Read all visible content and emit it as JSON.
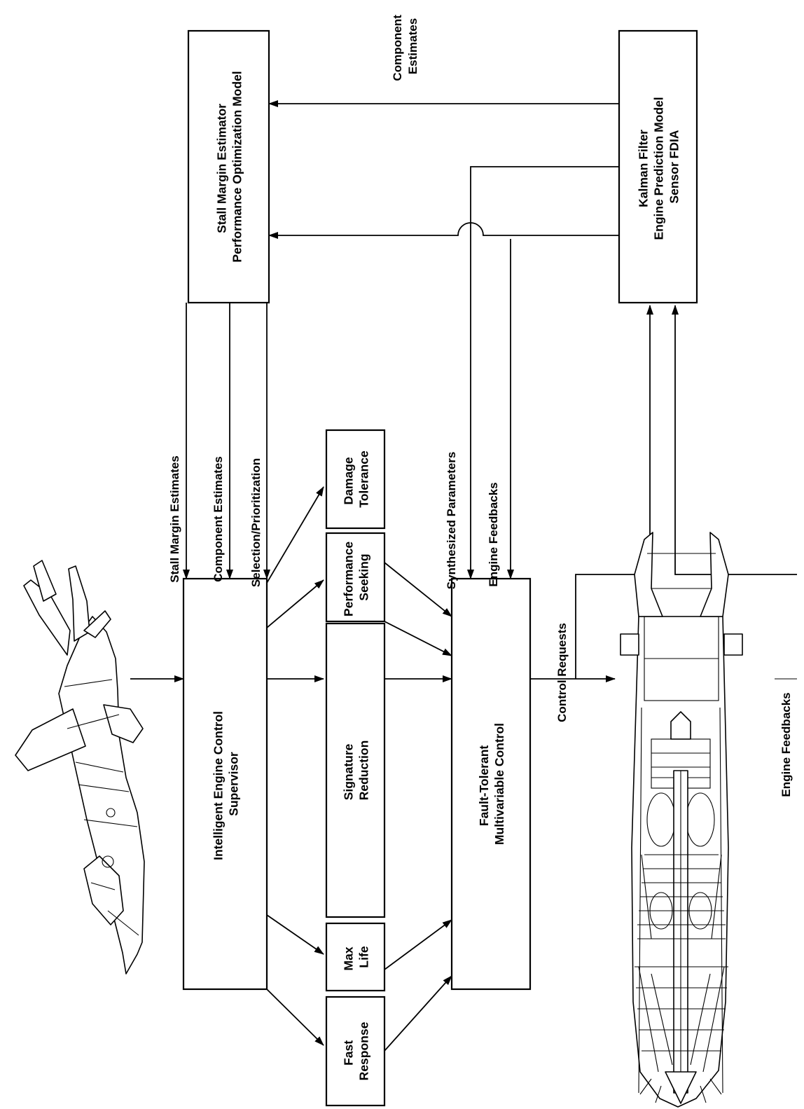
{
  "boxes": {
    "stall_margin_estimator": [
      "Stall Margin Estimator",
      "Performance Optimization Model"
    ],
    "kalman_filter": [
      "Kalman Filter",
      "Engine Prediction Model",
      "Sensor FDIA"
    ],
    "intelligent_supervisor": [
      "Intelligent Engine Control",
      "Supervisor"
    ],
    "fast_response": [
      "Fast",
      "Response"
    ],
    "max_life": [
      "Max",
      "Life"
    ],
    "signature_reduction": [
      "Signature",
      "Reduction"
    ],
    "performance_seeking": [
      "Performance",
      "Seeking"
    ],
    "damage_tolerance": [
      "Damage",
      "Tolerance"
    ],
    "fault_tolerant_control": [
      "Fault-Tolerant",
      "Multivariable Control"
    ]
  },
  "labels": {
    "component_estimates_top": [
      "Component",
      "Estimates"
    ],
    "stall_margin_estimates": "Stall Margin Estimates",
    "component_estimates": "Component Estimates",
    "selection_prioritization": "Selection/Prioritization",
    "synthesized_parameters": "Synthesized Parameters",
    "engine_feedbacks_mid": "Engine Feedbacks",
    "control_requests": "Control Requests",
    "engine_feedbacks_bottom": "Engine Feedbacks"
  },
  "illustrations": {
    "aircraft": "fighter-aircraft-illustration",
    "engine": "turbofan-engine-cutaway-illustration"
  }
}
